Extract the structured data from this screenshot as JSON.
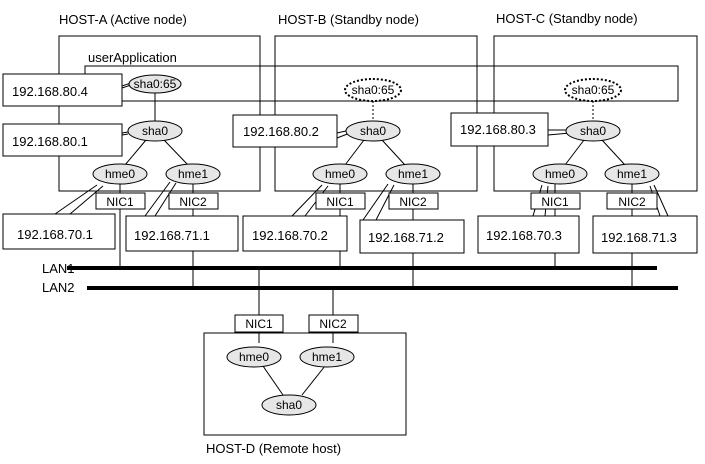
{
  "hosts": {
    "a": {
      "title": "HOST-A (Active node)",
      "app": "userApplication"
    },
    "b": {
      "title": "HOST-B (Standby node)"
    },
    "c": {
      "title": "HOST-C (Standby node)"
    },
    "d": {
      "title": "HOST-D (Remote host)"
    }
  },
  "nodes": {
    "sha0_65": "sha0:65",
    "sha0": "sha0",
    "hme0": "hme0",
    "hme1": "hme1"
  },
  "nics": {
    "nic1": "NIC1",
    "nic2": "NIC2"
  },
  "lans": {
    "lan1": "LAN1",
    "lan2": "LAN2"
  },
  "ips": {
    "a_takeover": "192.168.80.4",
    "a_sha0": "192.168.80.1",
    "a_hme0": "192.168.70.1",
    "a_hme1": "192.168.71.1",
    "b_sha0": "192.168.80.2",
    "b_hme0": "192.168.70.2",
    "b_hme1": "192.168.71.2",
    "c_sha0": "192.168.80.3",
    "c_hme0": "192.168.70.3",
    "c_hme1": "192.168.71.3"
  }
}
